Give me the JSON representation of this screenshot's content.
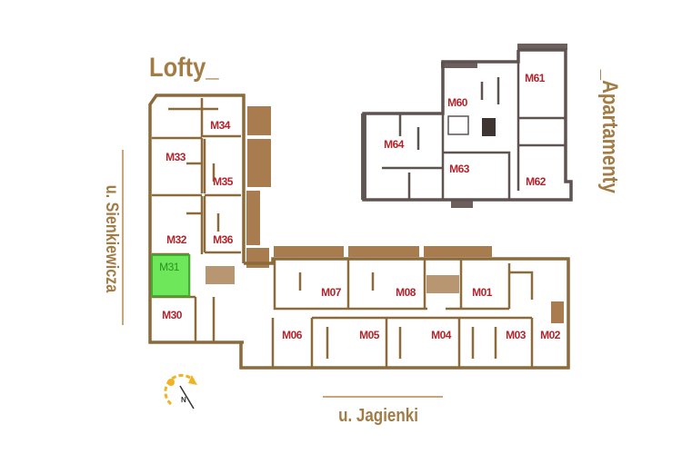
{
  "titles": {
    "lofty": "Lofty_",
    "apartamenty": "_Apartamenty"
  },
  "streets": {
    "west": "u. Sienkiewicza",
    "south": "u. Jagienki"
  },
  "compass": {
    "label": "N"
  },
  "colors": {
    "wall": "#8c6a3a",
    "apartment_wall": "#5e5350",
    "label": "#b2242c",
    "selected": "#6ee85a",
    "title": "#a27b45"
  },
  "selected_unit": "M31",
  "units": {
    "M34": "M34",
    "M33": "M33",
    "M35": "M35",
    "M32": "M32",
    "M36": "M36",
    "M31": "M31",
    "M30": "M30",
    "M07": "M07",
    "M08": "M08",
    "M01": "M01",
    "M06": "M06",
    "M05": "M05",
    "M04": "M04",
    "M03": "M03",
    "M02": "M02",
    "M60": "M60",
    "M61": "M61",
    "M64": "M64",
    "M63": "M63",
    "M62": "M62"
  }
}
